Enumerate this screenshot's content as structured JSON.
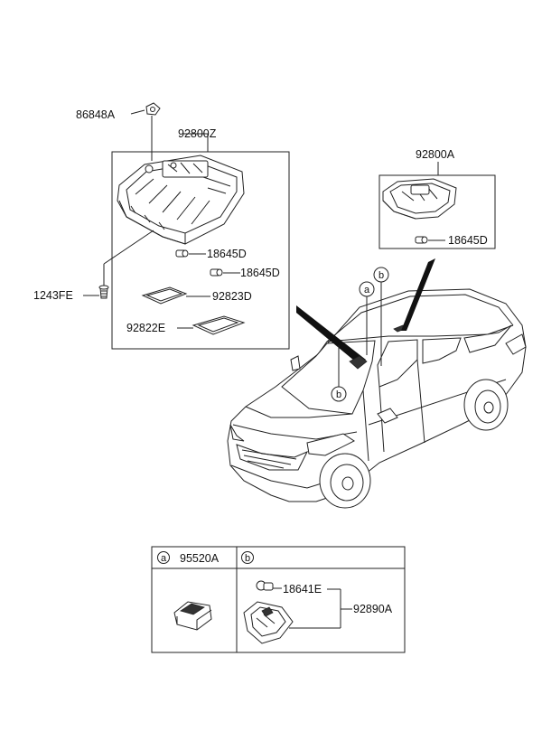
{
  "parts": {
    "p86848A": "86848A",
    "p92800Z": "92800Z",
    "p18645D_a": "18645D",
    "p18645D_b": "18645D",
    "p92823D": "92823D",
    "p92822E": "92822E",
    "p1243FE": "1243FE",
    "p92800A": "92800A",
    "p18645D_c": "18645D"
  },
  "callouts": {
    "a": "a",
    "b": "b"
  },
  "table": {
    "col_a_marker": "a",
    "col_a_part": "95520A",
    "col_b_marker": "b",
    "b_bulb": "18641E",
    "b_assembly": "92890A"
  }
}
